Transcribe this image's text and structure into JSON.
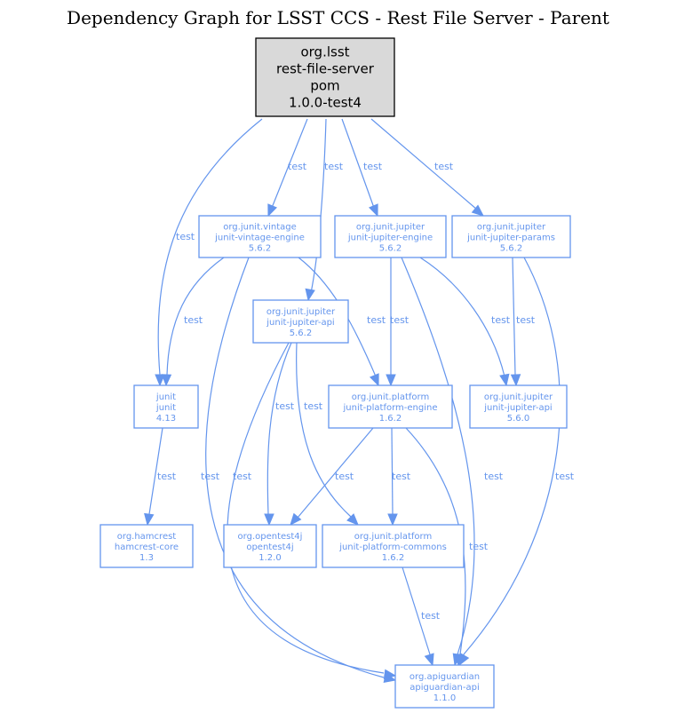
{
  "title": "Dependency Graph for LSST CCS - Rest File Server - Parent",
  "colors": {
    "edge": "#6495ed",
    "root_fill": "#d9d9d9",
    "node_text": "#6495ed"
  },
  "nodes": [
    {
      "id": "root",
      "lines": [
        "org.lsst",
        "rest-file-server",
        "pom",
        "1.0.0-test4"
      ],
      "root": true
    },
    {
      "id": "vintage",
      "lines": [
        "org.junit.vintage",
        "junit-vintage-engine",
        "5.6.2"
      ]
    },
    {
      "id": "jengine",
      "lines": [
        "org.junit.jupiter",
        "junit-jupiter-engine",
        "5.6.2"
      ]
    },
    {
      "id": "jparams",
      "lines": [
        "org.junit.jupiter",
        "junit-jupiter-params",
        "5.6.2"
      ]
    },
    {
      "id": "japi562",
      "lines": [
        "org.junit.jupiter",
        "junit-jupiter-api",
        "5.6.2"
      ]
    },
    {
      "id": "junit",
      "lines": [
        "junit",
        "junit",
        "4.13"
      ]
    },
    {
      "id": "pengine",
      "lines": [
        "org.junit.platform",
        "junit-platform-engine",
        "1.6.2"
      ]
    },
    {
      "id": "japi560",
      "lines": [
        "org.junit.jupiter",
        "junit-jupiter-api",
        "5.6.0"
      ]
    },
    {
      "id": "hamcrest",
      "lines": [
        "org.hamcrest",
        "hamcrest-core",
        "1.3"
      ]
    },
    {
      "id": "opentest",
      "lines": [
        "org.opentest4j",
        "opentest4j",
        "1.2.0"
      ]
    },
    {
      "id": "pcommons",
      "lines": [
        "org.junit.platform",
        "junit-platform-commons",
        "1.6.2"
      ]
    },
    {
      "id": "apiguardian",
      "lines": [
        "org.apiguardian",
        "apiguardian-api",
        "1.1.0"
      ]
    }
  ],
  "edges": [
    {
      "from": "root",
      "to": "junit",
      "label": "test"
    },
    {
      "from": "root",
      "to": "vintage",
      "label": "test"
    },
    {
      "from": "root",
      "to": "japi562",
      "label": "test"
    },
    {
      "from": "root",
      "to": "jengine",
      "label": "test"
    },
    {
      "from": "root",
      "to": "jparams",
      "label": "test"
    },
    {
      "from": "vintage",
      "to": "junit",
      "label": "test"
    },
    {
      "from": "vintage",
      "to": "pengine",
      "label": "test"
    },
    {
      "from": "vintage",
      "to": "apiguardian",
      "label": "test"
    },
    {
      "from": "jengine",
      "to": "pengine",
      "label": "test"
    },
    {
      "from": "jengine",
      "to": "japi560",
      "label": "test"
    },
    {
      "from": "jengine",
      "to": "apiguardian",
      "label": "test"
    },
    {
      "from": "jparams",
      "to": "japi560",
      "label": "test"
    },
    {
      "from": "jparams",
      "to": "apiguardian",
      "label": "test"
    },
    {
      "from": "japi562",
      "to": "opentest",
      "label": "test"
    },
    {
      "from": "japi562",
      "to": "pcommons",
      "label": "test"
    },
    {
      "from": "japi562",
      "to": "apiguardian",
      "label": "test"
    },
    {
      "from": "junit",
      "to": "hamcrest",
      "label": "test"
    },
    {
      "from": "pengine",
      "to": "opentest",
      "label": "test"
    },
    {
      "from": "pengine",
      "to": "pcommons",
      "label": "test"
    },
    {
      "from": "pengine",
      "to": "apiguardian",
      "label": "test"
    },
    {
      "from": "pcommons",
      "to": "apiguardian",
      "label": "test"
    }
  ]
}
